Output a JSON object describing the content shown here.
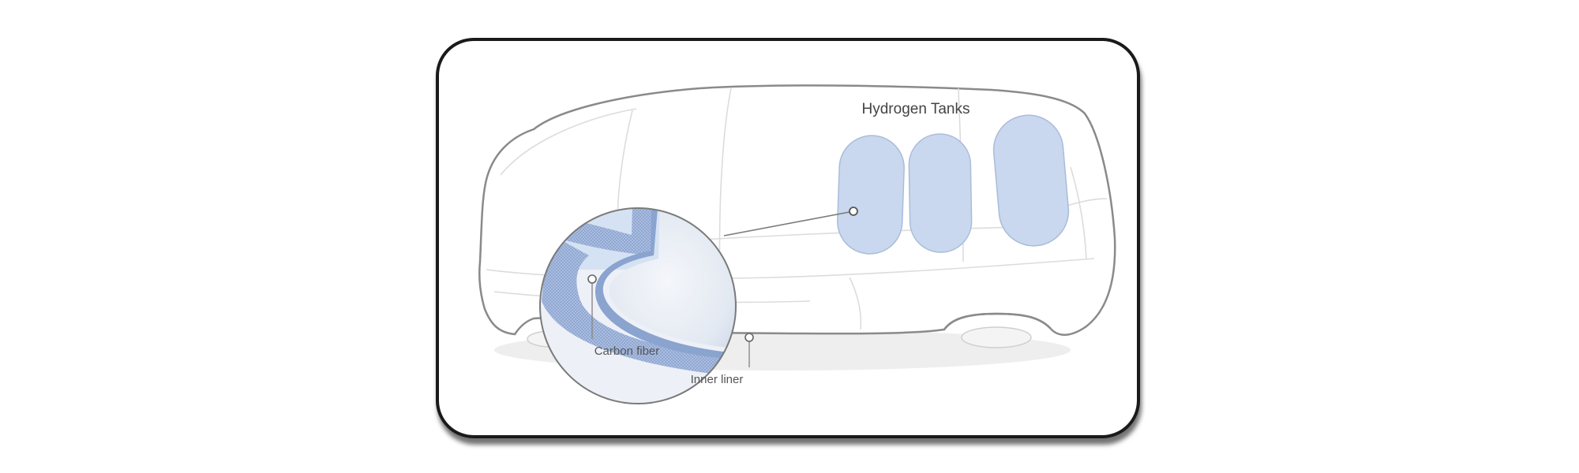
{
  "diagram": {
    "title": "Hydrogen Tanks",
    "callouts": {
      "carbon_fiber": "Carbon fiber",
      "inner_liner": "Inner liner"
    },
    "colors": {
      "tank_fill": "#c9d8ee",
      "tank_stroke": "#a9bcd9",
      "car_outline": "#8a8a8a",
      "car_detail": "#dcdcdc",
      "carbon_fiber": "#9cb1d6",
      "inner_liner": "#8aa3cf",
      "frame_border": "#1a1a1a",
      "label_text": "#555555",
      "title_text": "#444444"
    }
  }
}
